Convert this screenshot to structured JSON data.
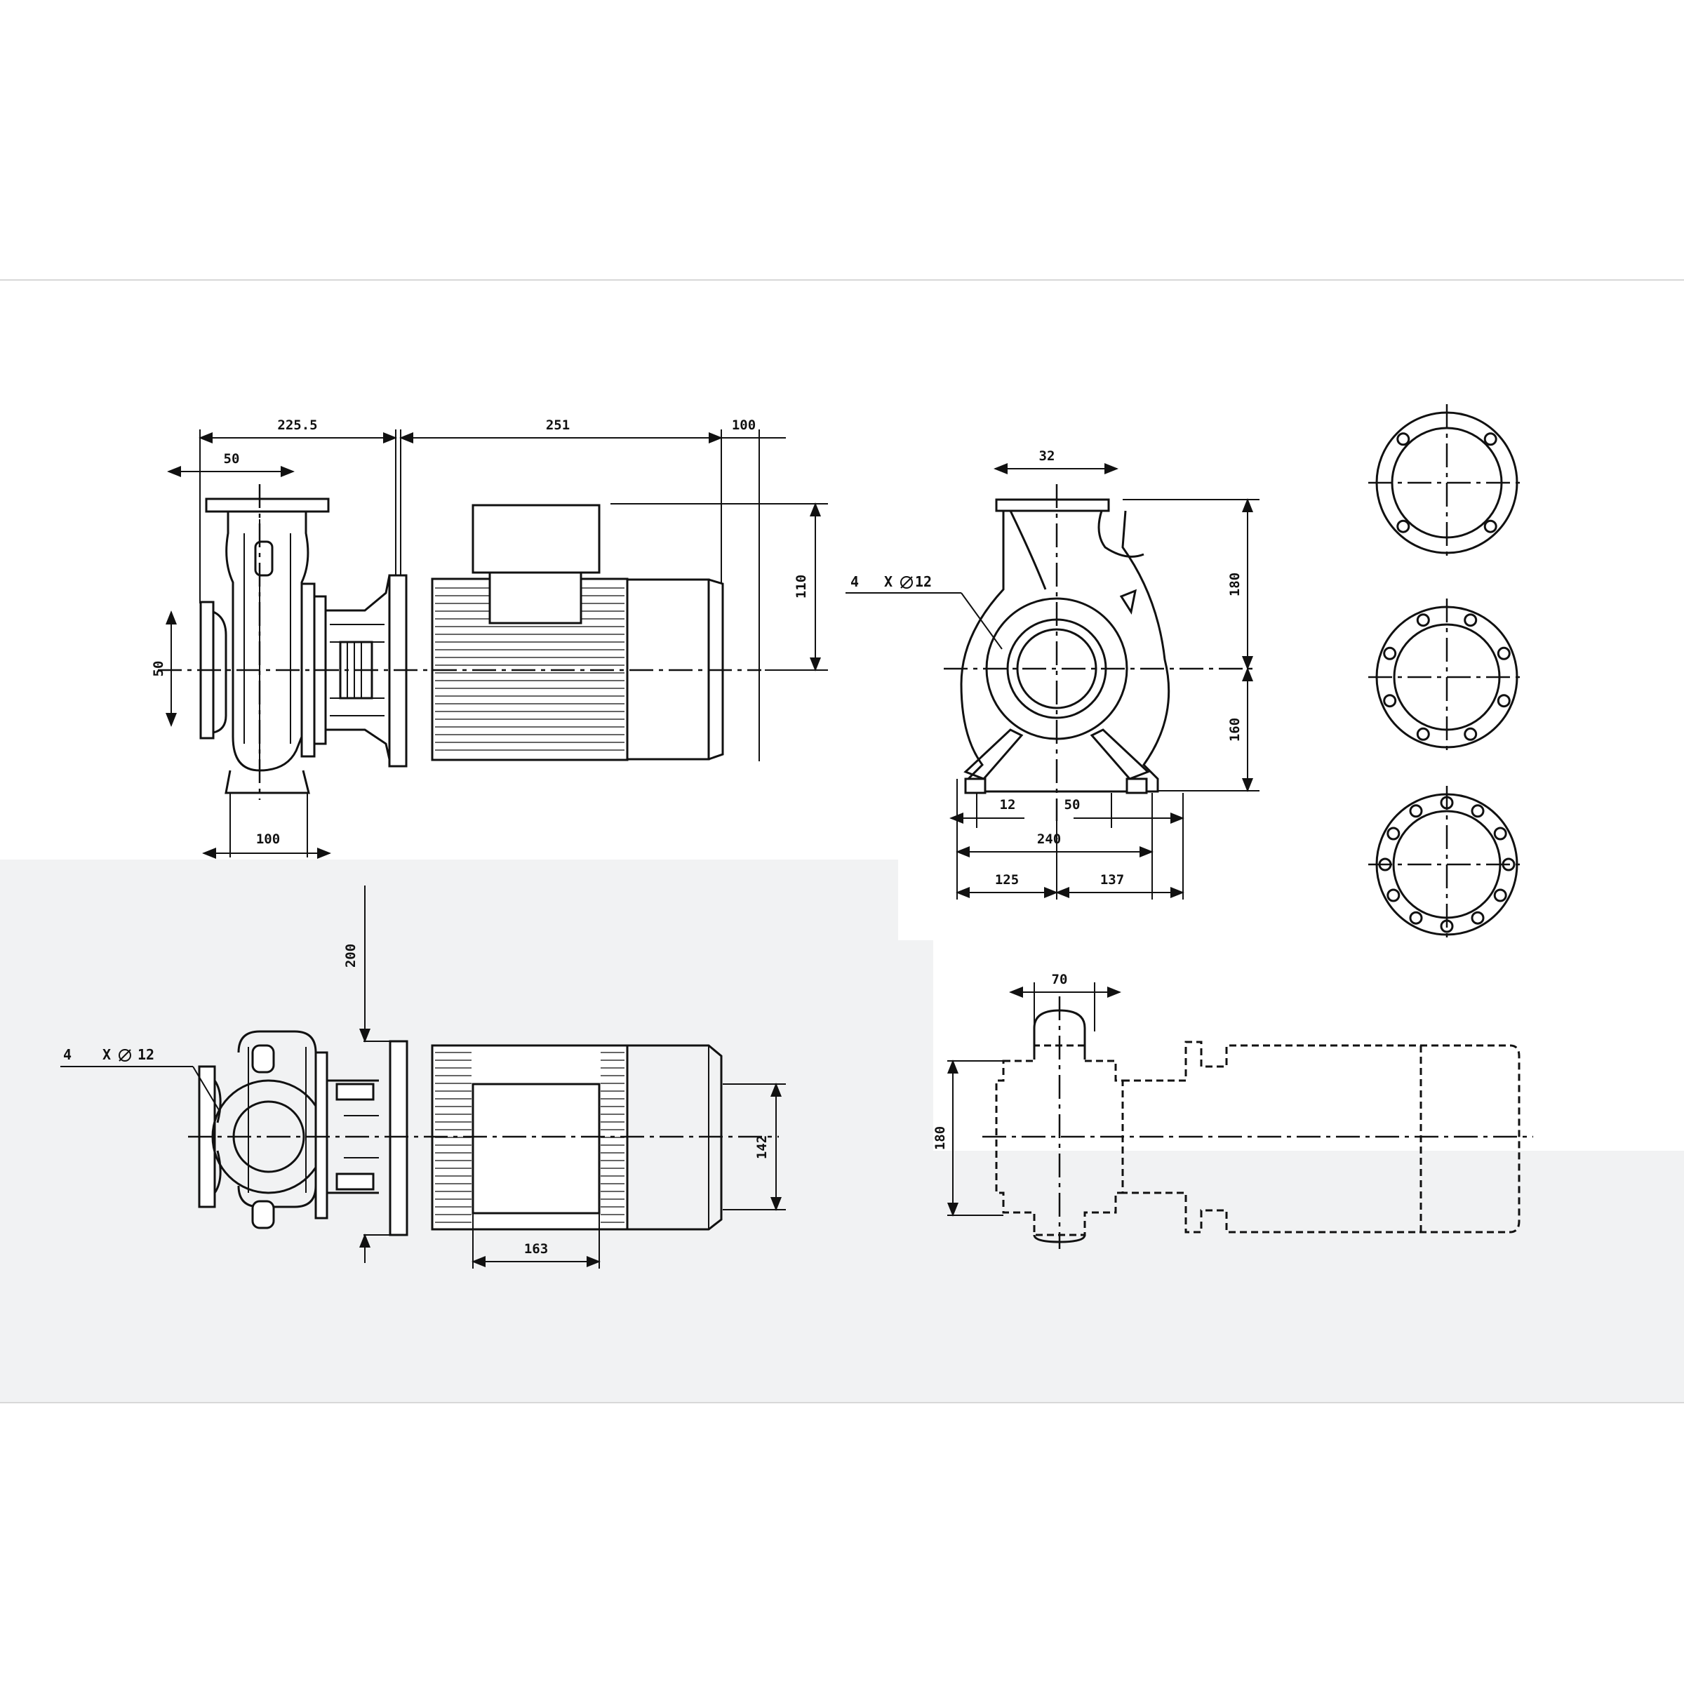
{
  "colors": {
    "page_background": "#ffffff",
    "band_top": "#ffffff",
    "band_bottom": "#f1f2f3",
    "divider": "#d8d8d8",
    "line": "#111111"
  },
  "views": {
    "side_view": {
      "dims": {
        "d_225_5": "225.5",
        "d_251": "251",
        "d_100_top": "100",
        "d_50": "50",
        "d_110": "110",
        "d_50_inlet": "50",
        "d_100_base": "100"
      }
    },
    "front_view": {
      "dims": {
        "d_32": "32",
        "d_180": "180",
        "d_160": "160",
        "d_12": "12",
        "d_50": "50",
        "d_240": "240",
        "d_125": "125",
        "d_137": "137"
      },
      "hole_label": {
        "count": "4",
        "x": "X",
        "size": "12"
      }
    },
    "top_view": {
      "dims": {
        "d_200": "200",
        "d_142": "142",
        "d_163": "163"
      },
      "hole_label": {
        "count": "4",
        "x": "X",
        "size": "12"
      }
    },
    "outline_view": {
      "dims": {
        "d_70": "70",
        "d_180": "180"
      }
    },
    "flanges": {
      "flange_4_holes": {
        "hole_count": 4
      },
      "flange_8_holes": {
        "hole_count": 8
      },
      "flange_12_holes": {
        "hole_count": 12
      }
    }
  }
}
